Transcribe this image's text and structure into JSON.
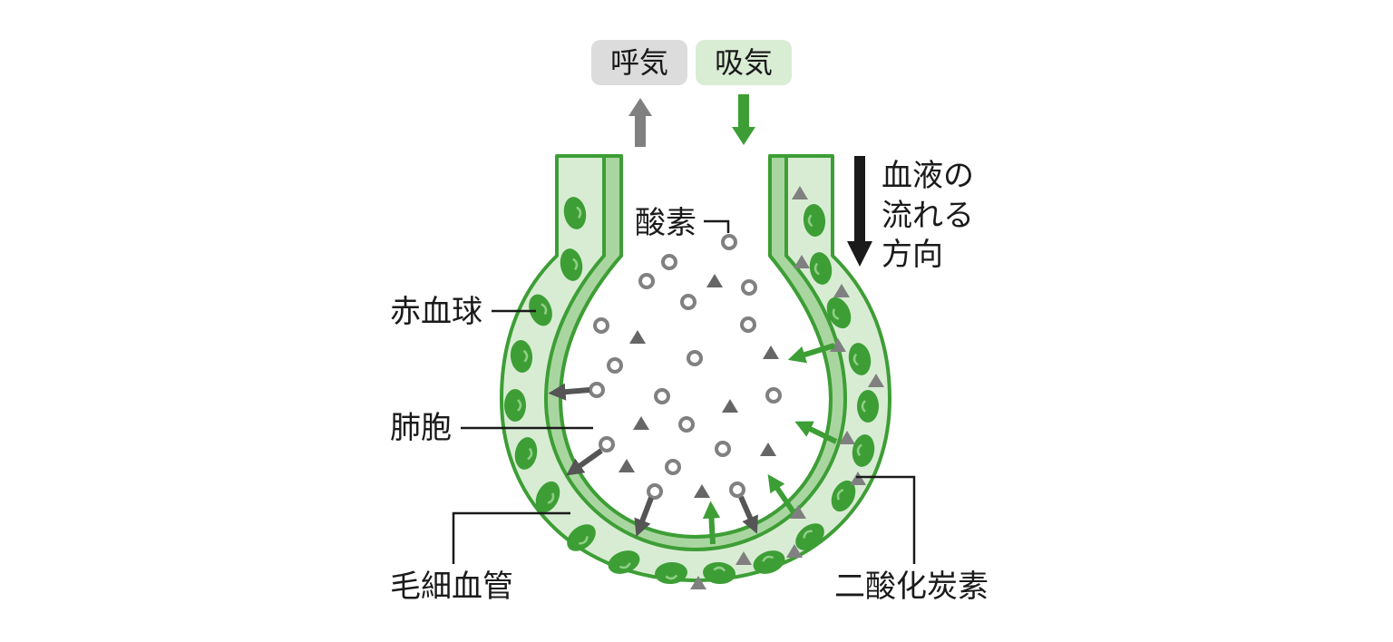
{
  "labels": {
    "exhale": "呼気",
    "inhale": "吸気",
    "oxygen": "酸素",
    "red_blood_cell": "赤血球",
    "alveolus": "肺胞",
    "capillary": "毛細血管",
    "carbon_dioxide": "二酸化炭素",
    "blood_flow_line1": "血液の",
    "blood_flow_line2": "流れる",
    "blood_flow_line3": "方向"
  },
  "colors": {
    "green": "#3d9e35",
    "dark_green": "#2f8a2a",
    "light_green": "#d8ecd3",
    "mid_green": "#a9d6a0",
    "gray_chip": "#dcdcdc",
    "green_chip": "#d9ecd4",
    "gray_arrow": "#555555",
    "gas_gray": "#808080",
    "black": "#1a1a1a"
  },
  "icons": {
    "oxygen": "hollow-circle",
    "carbon_dioxide": "triangle",
    "red_blood_cell": "green-oval"
  }
}
